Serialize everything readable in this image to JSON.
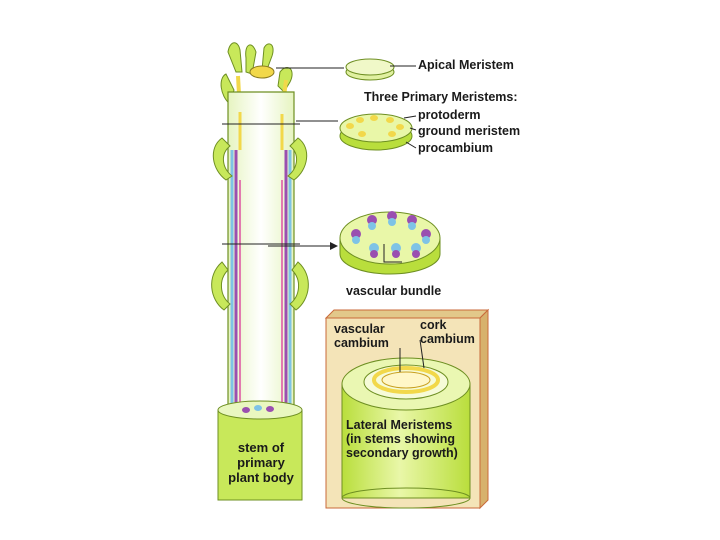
{
  "labels": {
    "apical_meristem": "Apical Meristem",
    "three_primary_meristems": "Three Primary Meristems:",
    "protoderm": "protoderm",
    "ground_meristem": "ground meristem",
    "procambium": "procambium",
    "vascular_bundle": "vascular bundle",
    "vascular_cambium": "vascular\ncambium",
    "cork_cambium": "cork\ncambium",
    "lateral_meristems": "Lateral Meristems\n(in stems showing\nsecondary growth)",
    "stem_of_primary_plant_body": "stem of\nprimary\nplant body"
  },
  "colors": {
    "stem_green": "#c8e85a",
    "stem_pale": "#eef6d8",
    "meristem_yellow": "#f2d84a",
    "xylem_purple": "#9a4fb0",
    "phloem_blue": "#7ec3e6",
    "cambium_pink": "#e27ab0",
    "box_fill": "#f4e4b8",
    "box_edge": "#c96a3a",
    "pointer_line": "#222222"
  }
}
